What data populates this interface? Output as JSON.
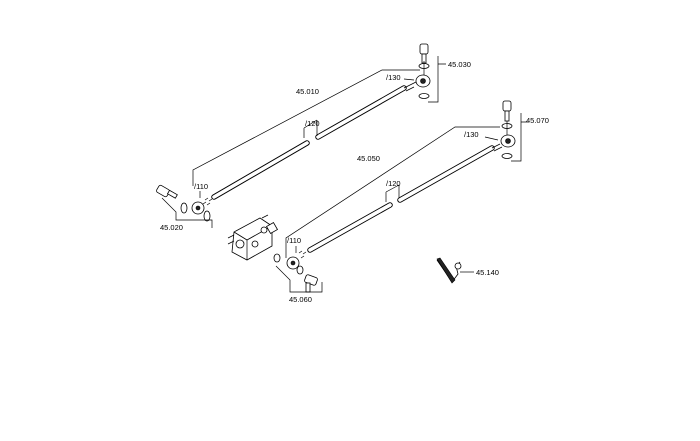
{
  "labels": {
    "l45030": "45.030",
    "l45010": "45.010",
    "l130a": "/130",
    "l120a": "/120",
    "l110a": "/110",
    "l45020": "45.020",
    "l45070": "45.070",
    "l130b": "/130",
    "l45050": "45.050",
    "l120b": "/120",
    "l110b": "/110",
    "l45060": "45.060",
    "l45140": "45.140"
  }
}
